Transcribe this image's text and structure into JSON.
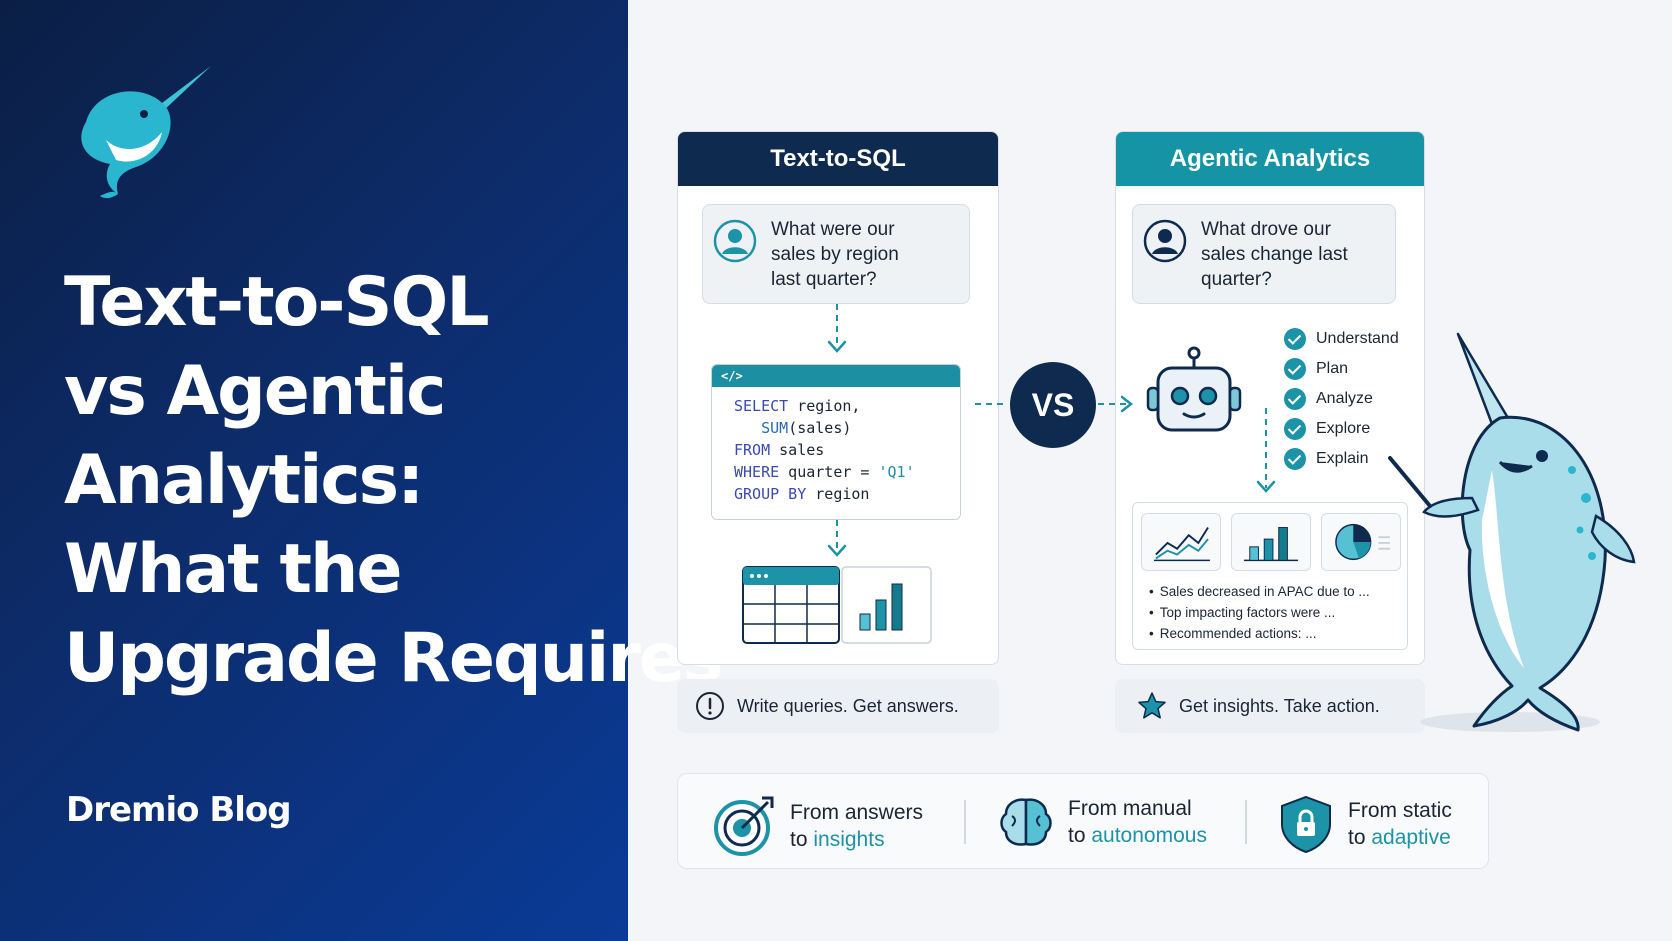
{
  "left": {
    "title_lines": [
      "Text-to-SQL",
      "vs Agentic",
      "Analytics:",
      "What the",
      "Upgrade Requires"
    ],
    "blog_label": "Dremio Blog"
  },
  "sql_card": {
    "header": "Text-to-SQL",
    "question_lines": [
      "What were our",
      "sales by region",
      "last quarter?"
    ],
    "code_tag": "</>",
    "code": {
      "select_kw": "SELECT",
      "select_rest": " region,",
      "sum_fn": "SUM",
      "sum_rest": "(sales)",
      "from_kw": "FROM",
      "from_rest": " sales",
      "where_kw": "WHERE",
      "where_rest": " quarter = ",
      "where_val": "'Q1'",
      "group_kw": "GROUP BY",
      "group_rest": " region"
    },
    "tagline": "Write queries. Get answers."
  },
  "agentic_card": {
    "header": "Agentic Analytics",
    "question_lines": [
      "What drove our",
      "sales change last",
      "quarter?"
    ],
    "steps": [
      "Understand",
      "Plan",
      "Analyze",
      "Explore",
      "Explain"
    ],
    "insights": [
      "Sales decreased in APAC due to ...",
      "Top impacting factors were ...",
      "Recommended actions: ..."
    ],
    "tagline": "Get insights. Take action."
  },
  "vs_label": "VS",
  "bottom": [
    {
      "line1": "From answers",
      "line2_prefix": "to ",
      "line2_highlight": "insights",
      "icon": "target-icon"
    },
    {
      "line1": "From manual",
      "line2_prefix": "to ",
      "line2_highlight": "autonomous",
      "icon": "brain-icon"
    },
    {
      "line1": "From static",
      "line2_prefix": "to ",
      "line2_highlight": "adaptive",
      "icon": "shield-lock-icon"
    }
  ],
  "colors": {
    "navy": "#0f2a4f",
    "teal": "#1594a6",
    "left_bg_start": "#0b1f45",
    "left_bg_end": "#0a3b97"
  }
}
